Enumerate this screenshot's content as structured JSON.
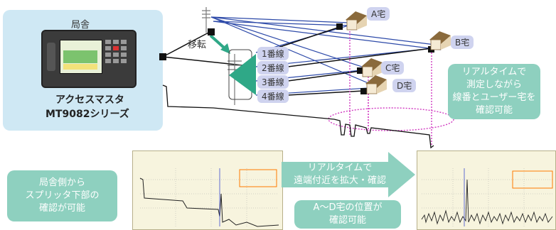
{
  "office": {
    "title": "局舎",
    "product_name": "アクセスマスタ",
    "product_model": "MT9082シリーズ"
  },
  "transfer_label": "移転",
  "lines": [
    "1番線",
    "2番線",
    "3番線",
    "4番線"
  ],
  "houses": [
    "A宅",
    "B宅",
    "C宅",
    "D宅"
  ],
  "callouts": {
    "top_right": [
      "リアルタイムで",
      "測定しながら",
      "線番とユーザー宅を",
      "確認可能"
    ],
    "bottom_left": [
      "局舎側から",
      "スプリッタ下部の",
      "確認が可能"
    ],
    "arrow": [
      "リアルタイムで",
      "遠端付近を拡大・確認"
    ],
    "bottom_center": [
      "A～D宅の位置が",
      "確認可能"
    ]
  },
  "colors": {
    "accent_green": "#8ed0bf",
    "teal_splitter": "#2fa887",
    "fiber_blue": "#2c49a8",
    "highlight_magenta": "#d13bc1",
    "lavender": "#cfd3ef",
    "office_bg": "#cfe8f4"
  }
}
